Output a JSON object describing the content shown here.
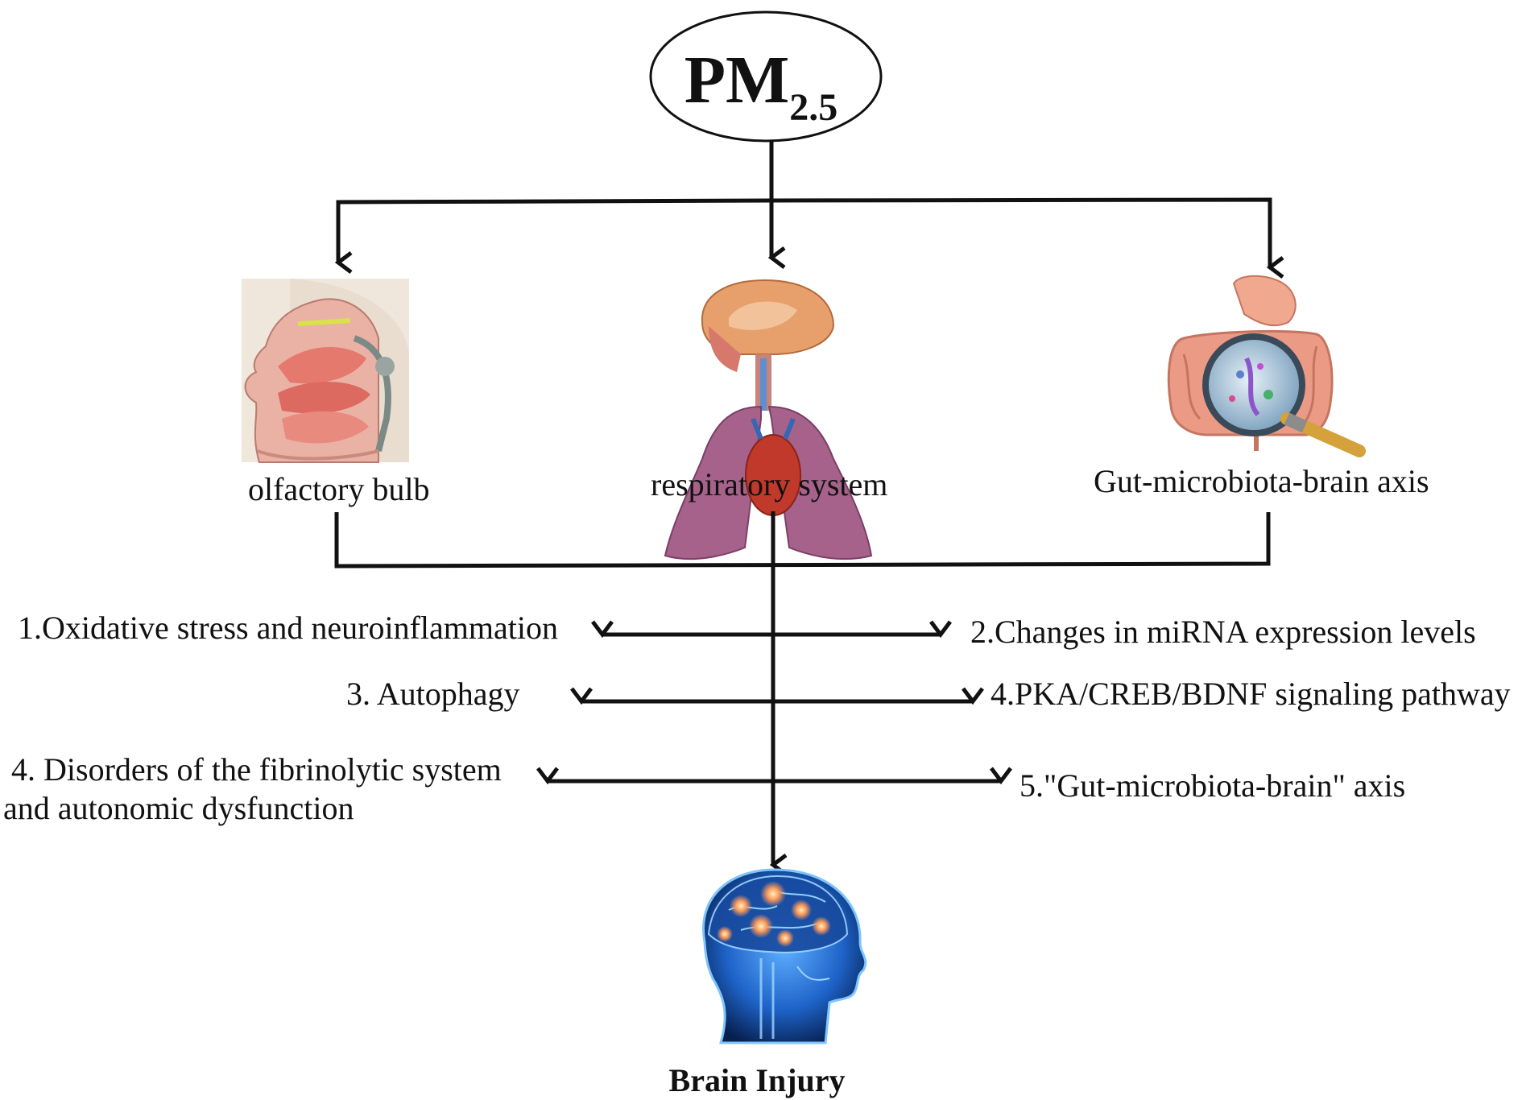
{
  "source": {
    "name": "PM",
    "subscript": "2.5"
  },
  "pathways": [
    {
      "label": "olfactory bulb",
      "icon": "nasal-cavity-anatomy-icon"
    },
    {
      "label": "respiratory system",
      "icon": "respiratory-system-anatomy-icon"
    },
    {
      "label": "Gut-microbiota-brain axis",
      "icon": "gut-microbiota-magnifier-icon"
    }
  ],
  "mechanisms": {
    "m1": "1.Oxidative stress and neuroinflammation",
    "m2": "2.Changes in miRNA expression levels",
    "m3": "3. Autophagy",
    "m4": "4.PKA/CREB/BDNF signaling pathway",
    "m5_line1": "4. Disorders of the fibrinolytic system",
    "m5_line2": "and autonomic dysfunction",
    "m6": "5.\"Gut-microbiota-brain\" axis"
  },
  "outcome": {
    "label": "Brain Injury",
    "icon": "glowing-brain-head-icon"
  },
  "colors": {
    "line": "#111111",
    "tissue_pink": "#e8a39a",
    "lung_purple": "#a6628a",
    "gut_salmon": "#eb9a86",
    "brain_blue": "#1e63c8",
    "brain_glow": "#ff9a5a"
  }
}
